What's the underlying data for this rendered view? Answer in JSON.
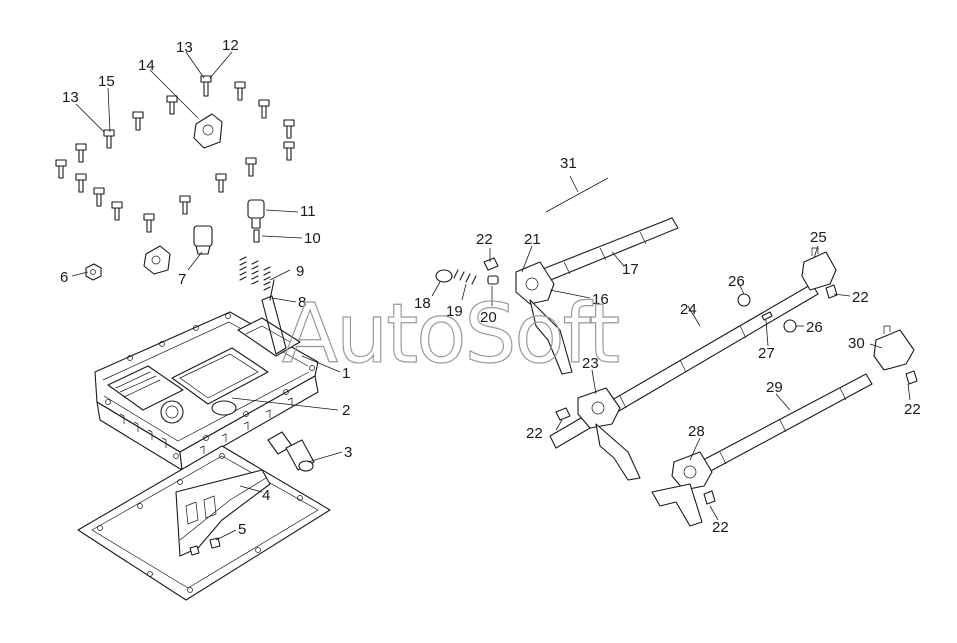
{
  "image": {
    "background": "#ffffff",
    "line_color": "#1a1a1a",
    "watermark_color": "#9a9a9a"
  },
  "watermark": "AutoSoft",
  "callouts": [
    "1",
    "2",
    "3",
    "4",
    "5",
    "6",
    "7",
    "8",
    "9",
    "10",
    "11",
    "12",
    "13",
    "13",
    "14",
    "15",
    "16",
    "17",
    "18",
    "19",
    "20",
    "21",
    "22",
    "22",
    "22",
    "22",
    "22",
    "23",
    "24",
    "25",
    "26",
    "26",
    "27",
    "28",
    "29",
    "30",
    "31"
  ]
}
